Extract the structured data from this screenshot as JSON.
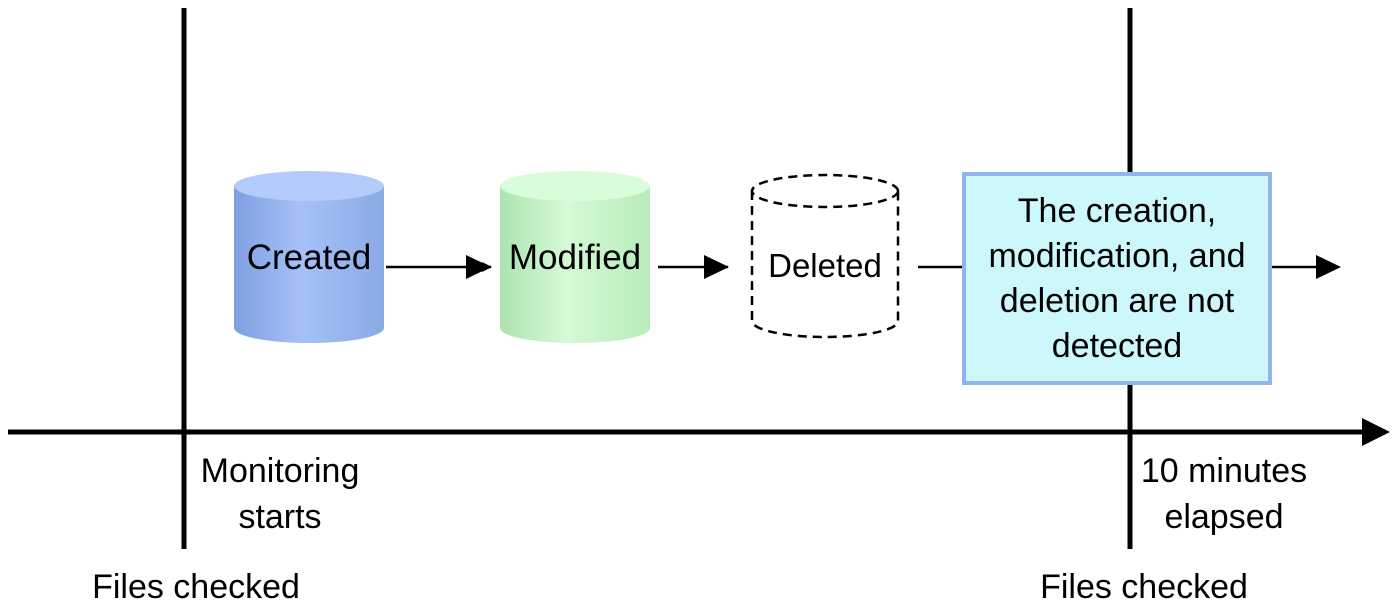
{
  "states": [
    {
      "label": "Created",
      "style": "solid",
      "fill_top": "#a9c4f7",
      "fill_body": "#9db9f2"
    },
    {
      "label": "Modified",
      "style": "solid",
      "fill_top": "#cdf7cf",
      "fill_body": "#c2efc4"
    },
    {
      "label": "Deleted",
      "style": "dashed",
      "fill_top": "#ffffff",
      "fill_body": "#ffffff"
    }
  ],
  "note": {
    "text": "The creation, modification, and deletion are not detected",
    "fill": "#ccf8fb",
    "border": "#8fb5ec"
  },
  "timeline": {
    "start_label_line1": "Monitoring",
    "start_label_line2": "starts",
    "end_label_line1": "10 minutes",
    "end_label_line2": "elapsed",
    "check_label_left": "Files checked",
    "check_label_right": "Files checked"
  }
}
